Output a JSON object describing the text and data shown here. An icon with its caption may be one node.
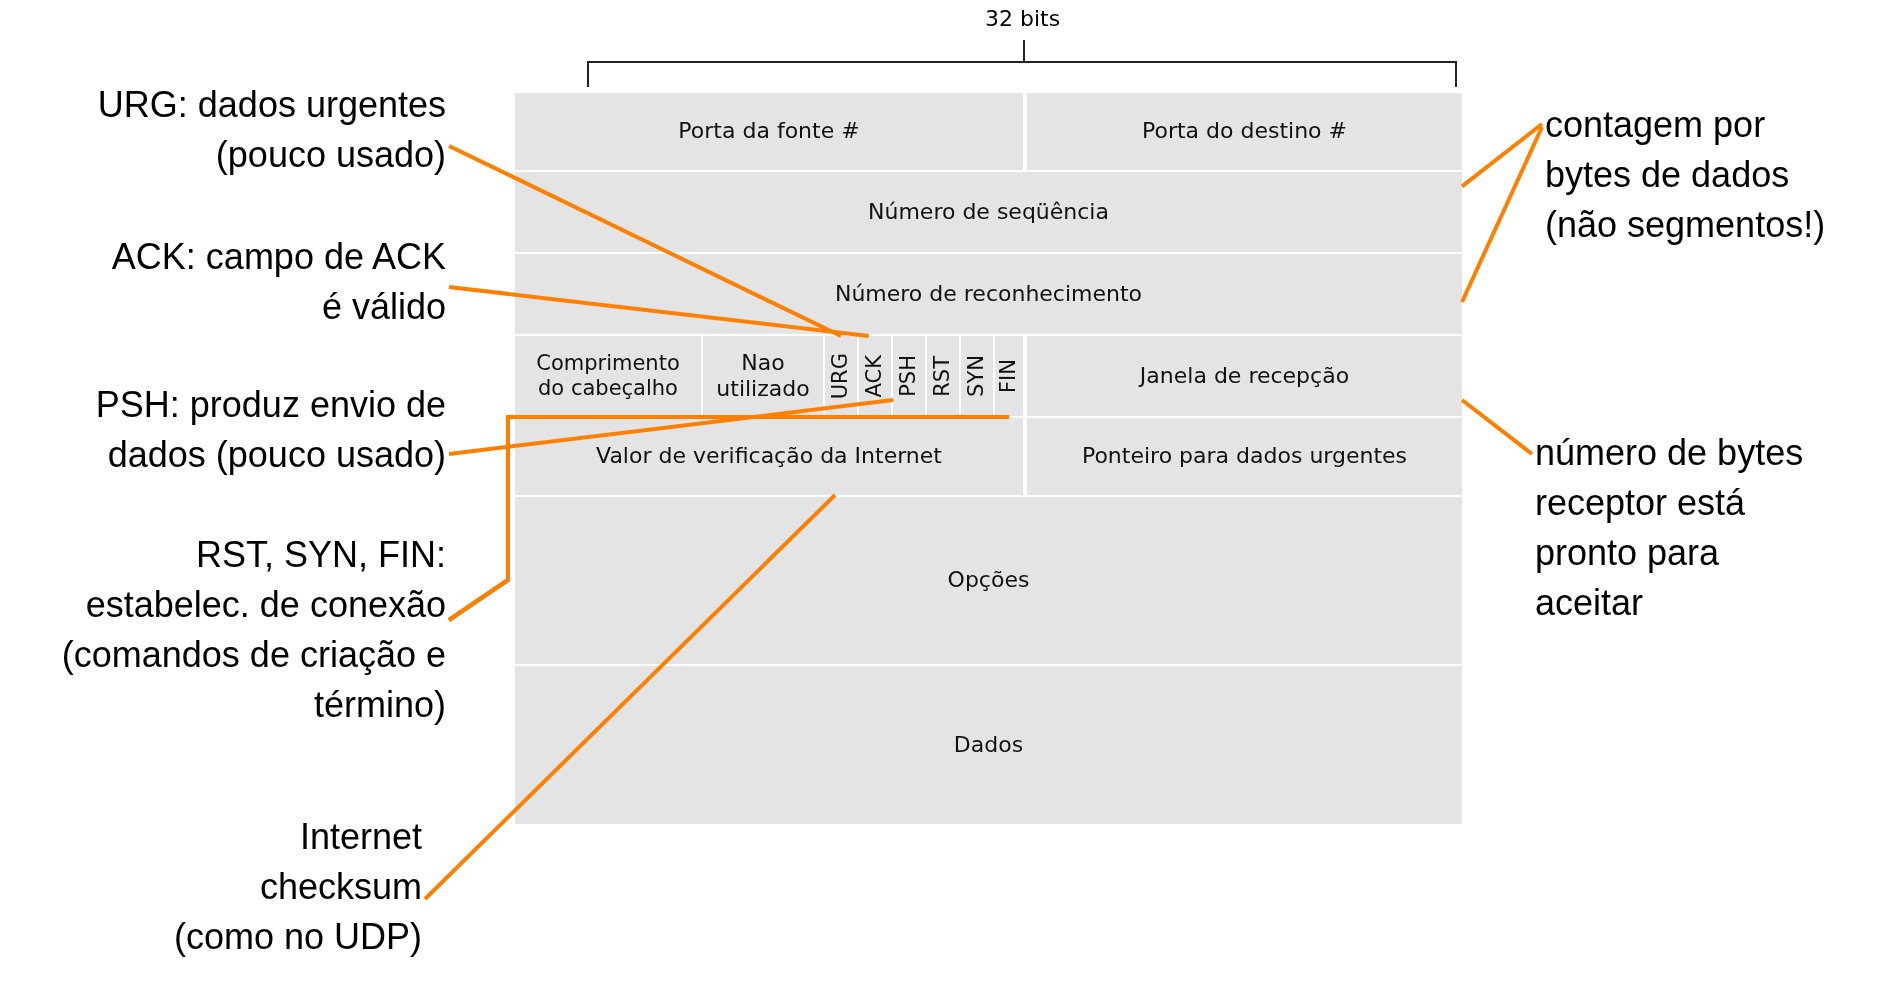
{
  "diagram": {
    "nodes": [
      {
        "text": [
          "Porta da fonte #"
        ]
      },
      {
        "text": [
          "Porta do destino #"
        ]
      },
      {
        "text": [
          "Número de seqüência"
        ]
      },
      {
        "text": [
          "Número de reconhecimento"
        ]
      },
      {
        "text": [
          "Comprimento do cabeçalho"
        ]
      },
      {
        "text": [
          "Nao utilizado"
        ]
      },
      {
        "text": [
          "URG"
        ]
      },
      {
        "text": [
          "ACK"
        ]
      },
      {
        "text": [
          "PSH"
        ]
      },
      {
        "text": [
          "RST"
        ]
      },
      {
        "text": [
          "SYN"
        ]
      },
      {
        "text": [
          "FIN"
        ]
      },
      {
        "text": [
          "Janela de recepção"
        ]
      },
      {
        "text": [
          "Valor de verificação da Internet"
        ]
      },
      {
        "text": [
          "Ponteiro para dados urgentes"
        ]
      },
      {
        "text": [
          "Opções"
        ]
      },
      {
        "text": [
          "Dados"
        ]
      },
      {
        "text": [
          "URG: dados urgentes (pouco usado)"
        ]
      },
      {
        "text": [
          "ACK: campo de ACK é válido"
        ]
      },
      {
        "text": [
          "PSH: produz envio de dados (pouco usado)"
        ]
      },
      {
        "text": [
          "RST, SYN, FIN: estabelec. de conexão (comandos de criação e término)"
        ]
      },
      {
        "text": [
          "Internet checksum (como no UDP)"
        ]
      },
      {
        "text": [
          "contagem por bytes de dados (não segmentos!)"
        ]
      },
      {
        "text": [
          "número de bytes receptor está pronto para aceitar"
        ]
      }
    ],
    "edges": [
      {
        "from": 17,
        "to": 6,
        "arrow": "none"
      },
      {
        "from": 18,
        "to": 7,
        "arrow": "none"
      },
      {
        "from": 19,
        "to": 8,
        "arrow": "none"
      },
      {
        "from": 20,
        "to": 9,
        "arrow": "none"
      },
      {
        "from": 20,
        "to": 10,
        "arrow": "none"
      },
      {
        "from": 20,
        "to": 11,
        "arrow": "none"
      },
      {
        "from": 21,
        "to": 13,
        "arrow": "none"
      },
      {
        "from": 22,
        "to": 2,
        "arrow": "none"
      },
      {
        "from": 22,
        "to": 3,
        "arrow": "none"
      },
      {
        "from": 23,
        "to": 12,
        "arrow": "none"
      }
    ],
    "labels": [
      "32 bits"
    ]
  }
}
